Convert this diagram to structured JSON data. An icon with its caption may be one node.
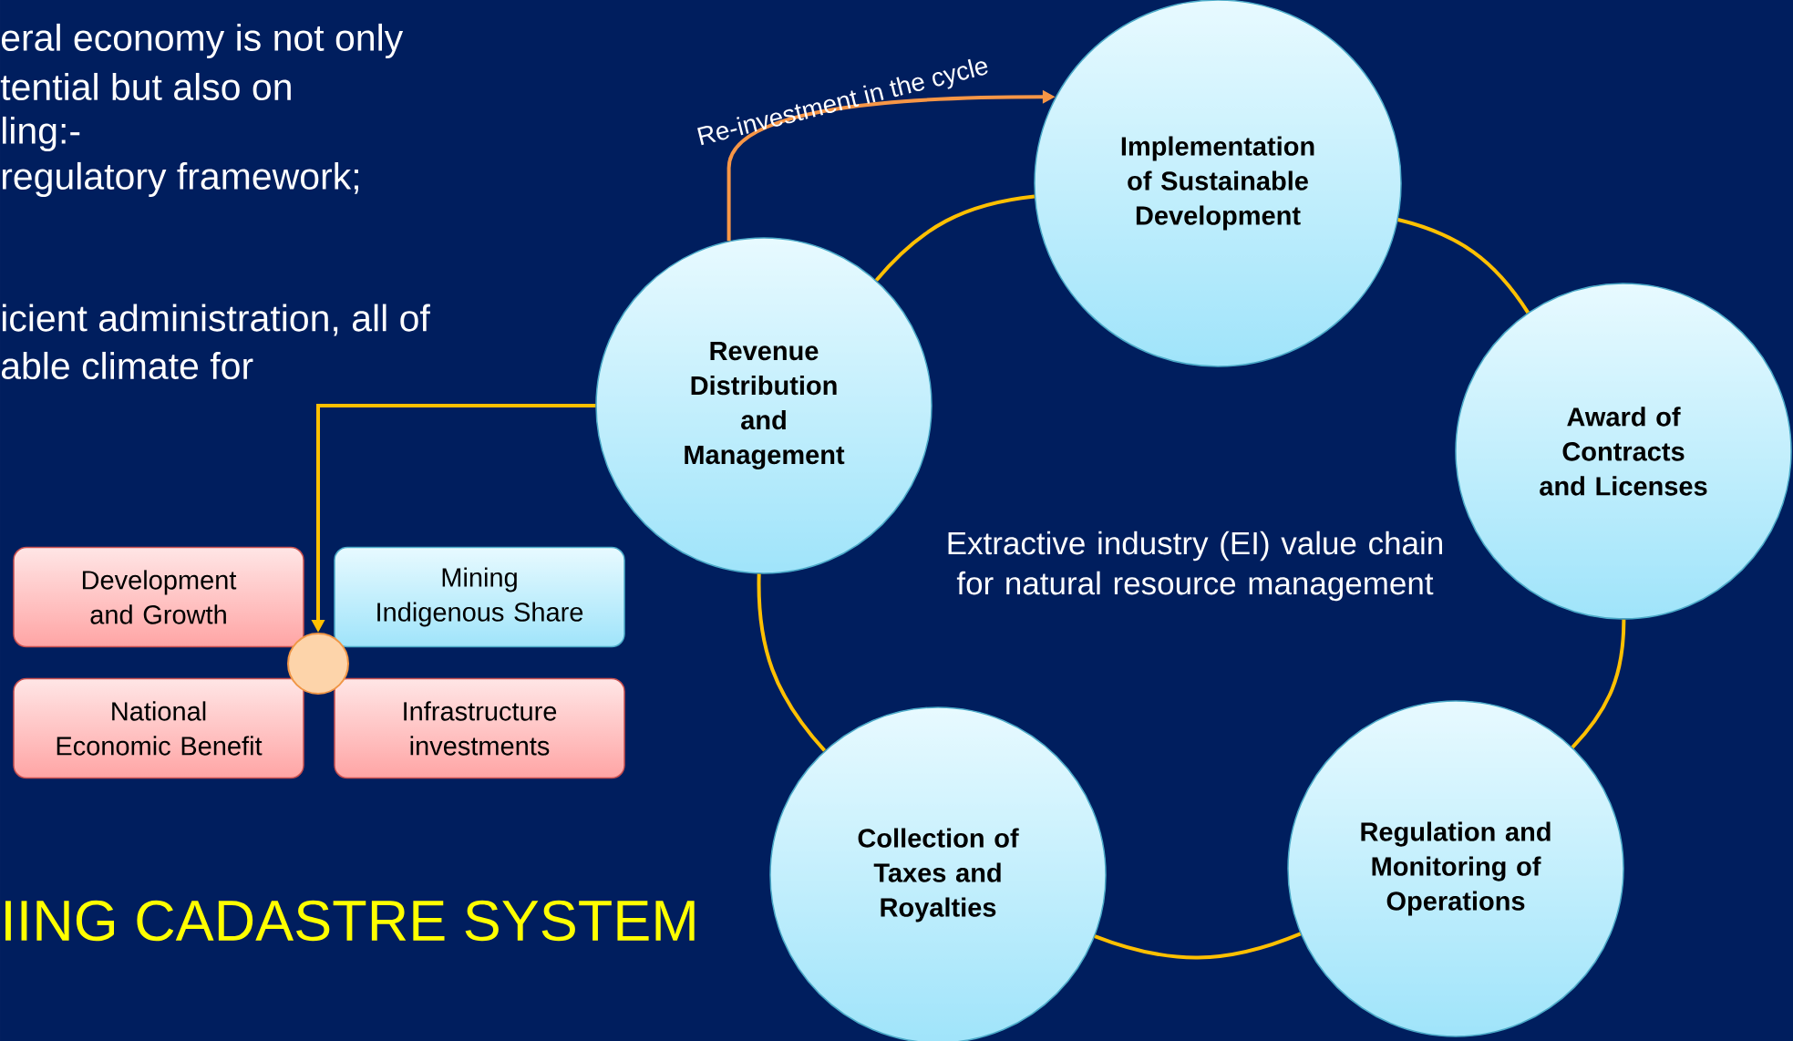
{
  "diagram": {
    "nodes": [
      {
        "text": [
          "Implementation of Sustainable Development"
        ]
      },
      {
        "text": [
          "Revenue Distribution and Management"
        ]
      },
      {
        "text": [
          "Award of Contracts and Licenses"
        ]
      },
      {
        "text": [
          "Development and Growth"
        ]
      },
      {
        "text": [
          "Mining Indigenous Share"
        ]
      },
      {
        "text": [],
        "shape": "circle"
      },
      {
        "text": [
          "National Economic Benefit"
        ]
      },
      {
        "text": [
          "Infrastructure investments"
        ]
      },
      {
        "text": [
          "Collection of Taxes and Royalties"
        ]
      },
      {
        "text": [
          "Regulation and Monitoring of Operations"
        ]
      }
    ],
    "edges": [
      {
        "from": 1,
        "to": 0,
        "arrow": "to",
        "label": "Re-investment in the cycle",
        "color": "#f79646"
      },
      {
        "from": 1,
        "to": 0,
        "arrow": "none"
      },
      {
        "from": 0,
        "to": 2,
        "arrow": "none"
      },
      {
        "from": 2,
        "to": 9,
        "arrow": "none"
      },
      {
        "from": 9,
        "to": 8,
        "arrow": "none"
      },
      {
        "from": 8,
        "to": 1,
        "arrow": "none"
      },
      {
        "from": 1,
        "to": 5,
        "arrow": "to"
      }
    ],
    "labels": [
      "eral economy is not only",
      "tential but also on",
      "ling:-",
      "regulatory framework;",
      "icient administration, all of",
      "able climate for",
      "Extractive industry (EI) value chain for natural resource management",
      "IING CADASTRE SYSTEM"
    ]
  }
}
